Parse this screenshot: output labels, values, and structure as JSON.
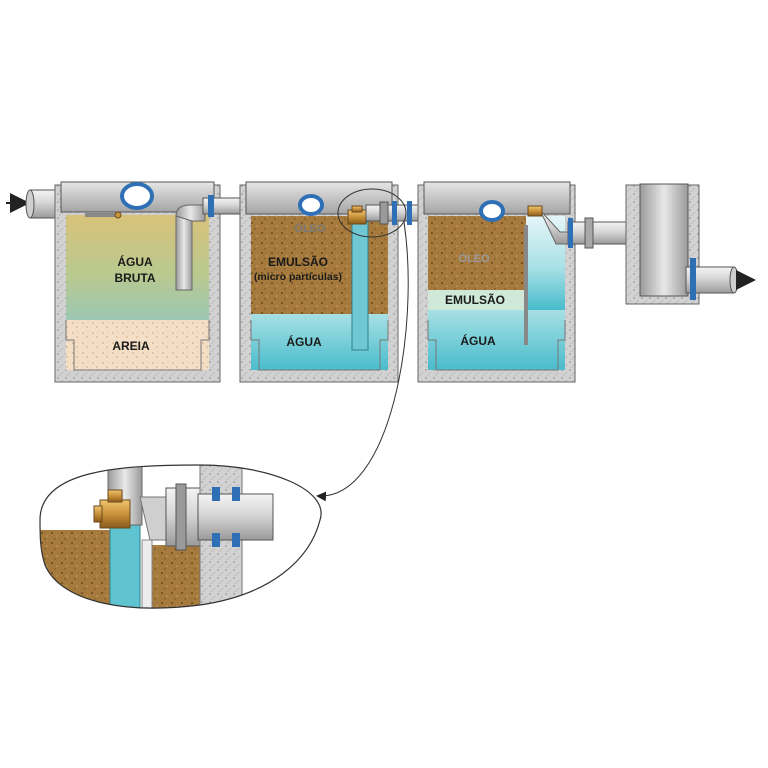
{
  "tank1": {
    "water_label_line1": "ÁGUA",
    "water_label_line2": "BRUTA",
    "sand_label": "AREIA"
  },
  "tank2": {
    "oil_label": "ÓLEO",
    "emulsion_label": "EMULSÃO",
    "emulsion_note": "(micro partículas)",
    "water_label": "ÁGUA"
  },
  "tank3": {
    "oil_label": "ÓLEO",
    "emulsion_label": "EMULSÃO",
    "water_label": "ÁGUA"
  },
  "colors": {
    "concrete": "#d0d0d0",
    "sand": "#f3dcc2",
    "oil": "#a87b3d",
    "emulsion": "#cfe8d8",
    "water": "#5fc4d0",
    "pipe": "#d8d8d8",
    "brass": "#c8963a",
    "gasket": "#2f6fb5"
  }
}
